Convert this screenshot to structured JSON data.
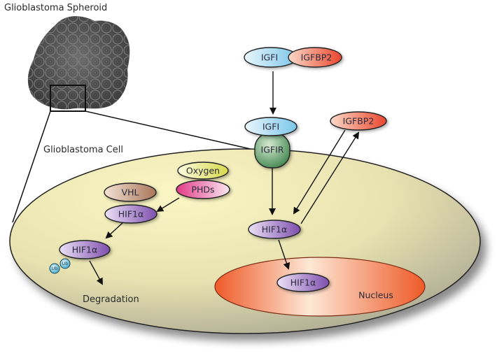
{
  "title": "Glioblastoma Spheroid",
  "cell_label": "Glioblastoma Cell",
  "nodes": {
    "igf1_free": "IGFI",
    "igfbp2_complex": "IGFBP2",
    "igf1_bound": "IGFI",
    "igf1r": "IGFIR",
    "igfbp2_secreted": "IGFBP2",
    "oxygen": "Oxygen",
    "phds": "PHDs",
    "vhl": "VHL",
    "hif1a_vhl": "HIF1α",
    "hif1a_ub": "HIF1α",
    "hif1a_cyto": "HIF1α",
    "hif1a_nucleus": "HIF1α",
    "ub1": "Ub",
    "ub2": "Ub"
  },
  "degradation_label": "Degradation",
  "nucleus_label": "Nucleus",
  "colors": {
    "igf1": "#9fd4ee",
    "igfbp2": "#ee6f55",
    "igf1r": "#3f8a4d",
    "oxygen": "#e4e47a",
    "phds": "#e0508f",
    "vhl": "#b98a6e",
    "hif1a": "#8e62b8",
    "ub": "#6fc4dd",
    "cytoplasm": "#f3edb4",
    "nucleus": "#ef5a2b"
  }
}
